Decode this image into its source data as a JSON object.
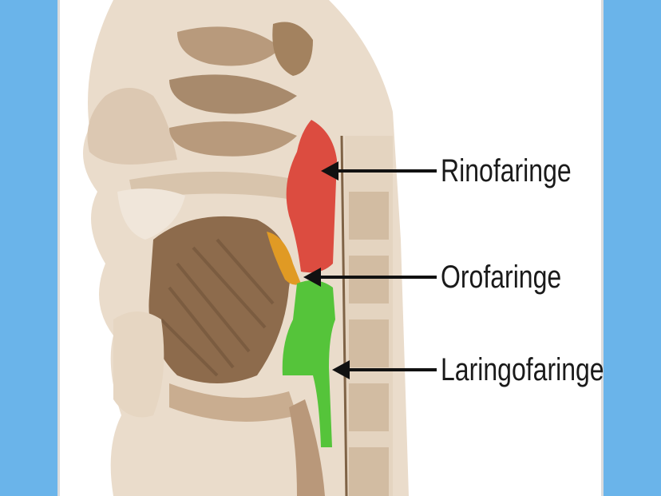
{
  "labels": {
    "nasopharynx": "Rinofaringe",
    "oropharynx": "Orofaringe",
    "laryngopharynx": "Laringofaringe"
  },
  "colors": {
    "side_band": "#6ab4ea",
    "nasopharynx_region": "#dc4c40",
    "oropharynx_region": "#e09a24",
    "laryngopharynx_region": "#55c43a",
    "tissue_light": "#eadccb",
    "tissue_mid": "#c9ad90",
    "tissue_dark": "#9c7a5a",
    "arrow": "#111111"
  }
}
